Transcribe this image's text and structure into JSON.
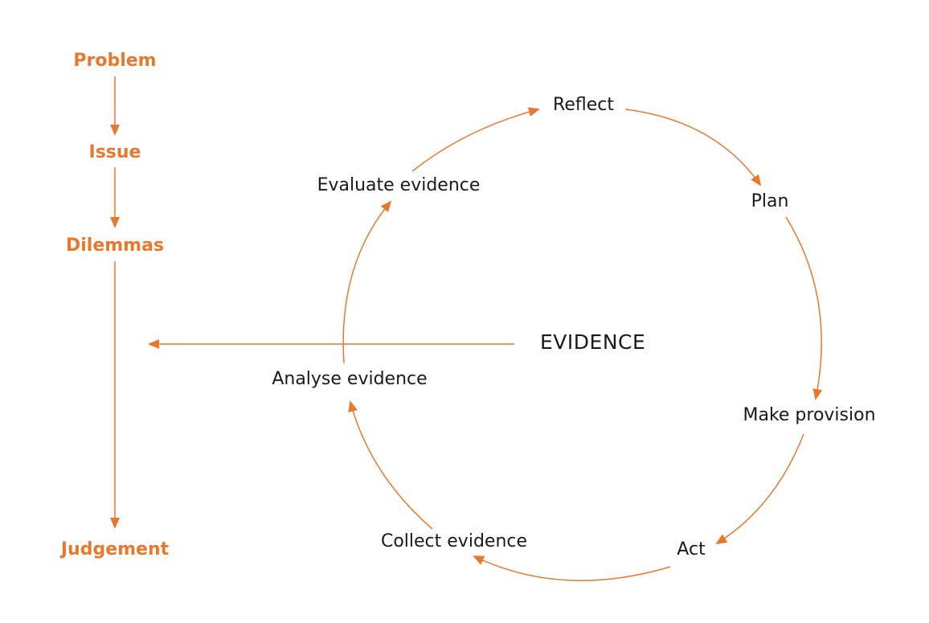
{
  "left_chain": {
    "problem": "Problem",
    "issue": "Issue",
    "dilemmas": "Dilemmas",
    "judgement": "Judgement"
  },
  "cycle": {
    "reflect": "Reflect",
    "plan": "Plan",
    "make_provision": "Make provision",
    "act": "Act",
    "collect_evidence": "Collect evidence",
    "analyse_evidence": "Analyse evidence",
    "evaluate_evidence": "Evaluate evidence"
  },
  "center_label": "EVIDENCE",
  "colors": {
    "accent": "#e8782e",
    "text": "#1a1a1a"
  }
}
